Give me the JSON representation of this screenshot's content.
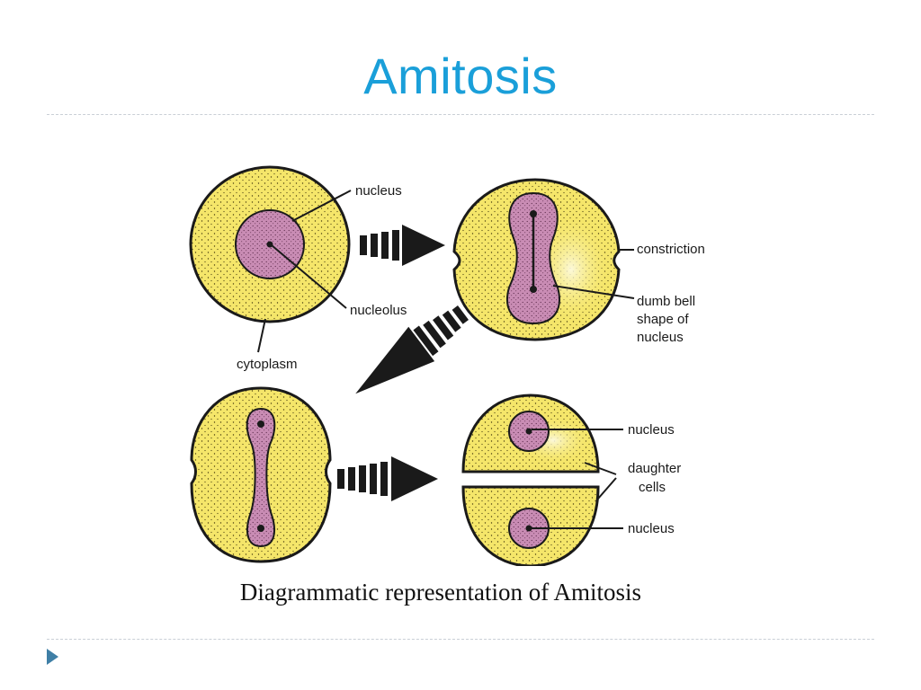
{
  "slide": {
    "title": "Amitosis",
    "caption": "Diagrammatic representation of Amitosis"
  },
  "diagram": {
    "labels": {
      "nucleus_top": "nucleus",
      "nucleolus": "nucleolus",
      "cytoplasm": "cytoplasm",
      "constriction": "constriction",
      "dumb_bell_1": "dumb bell",
      "dumb_bell_2": "shape of",
      "dumb_bell_3": "nucleus",
      "nucleus_daughter_top": "nucleus",
      "daughter_1": "daughter",
      "daughter_2": "cells",
      "nucleus_daughter_bottom": "nucleus"
    }
  },
  "colors": {
    "title": "#1a9fd9",
    "cytoplasm": "#f5e66a",
    "cell_outline": "#1a1a1a",
    "nucleus": "#c98cb4",
    "rule": "#c9cfd6",
    "bullet": "#3f7fa6"
  }
}
